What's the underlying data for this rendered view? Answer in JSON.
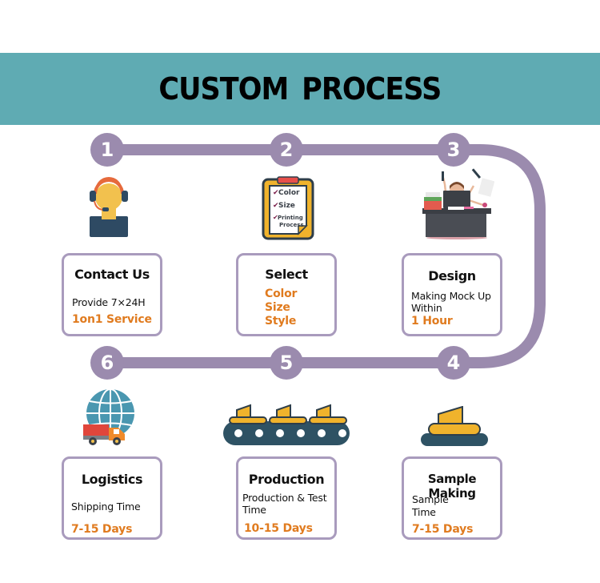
{
  "header": {
    "title": "CUSTOM PROCESS"
  },
  "colors": {
    "banner": "#5fabb3",
    "track": "#9b8bae",
    "card_border": "#a99bbd",
    "highlight": "#e07b1f"
  },
  "steps": [
    {
      "number": "1",
      "icon": "customer-service-headset-icon",
      "title": "Contact Us",
      "lines": [
        "Provide 7×24H"
      ],
      "highlights": [
        "1on1 Service"
      ]
    },
    {
      "number": "2",
      "icon": "clipboard-checklist-icon",
      "title": "Select",
      "lines": [],
      "highlights": [
        "Color",
        "Size",
        "Style"
      ],
      "checklist": [
        "Color",
        "Size",
        "Printing",
        "Process"
      ]
    },
    {
      "number": "3",
      "icon": "designer-at-desk-icon",
      "title": "Design",
      "lines": [
        "Making Mock Up",
        "Within"
      ],
      "highlights": [
        "1 Hour"
      ]
    },
    {
      "number": "4",
      "icon": "single-sample-conveyor-icon",
      "title": "Sample Making",
      "lines": [
        "Sample",
        "Time"
      ],
      "highlights": [
        "7-15 Days"
      ]
    },
    {
      "number": "5",
      "icon": "production-conveyor-belt-icon",
      "title": "Production",
      "lines": [
        "Production & Test",
        "Time"
      ],
      "highlights": [
        "10-15 Days"
      ]
    },
    {
      "number": "6",
      "icon": "globe-delivery-truck-icon",
      "title": "Logistics",
      "lines": [
        "Shipping Time"
      ],
      "highlights": [
        "7-15 Days"
      ]
    }
  ]
}
